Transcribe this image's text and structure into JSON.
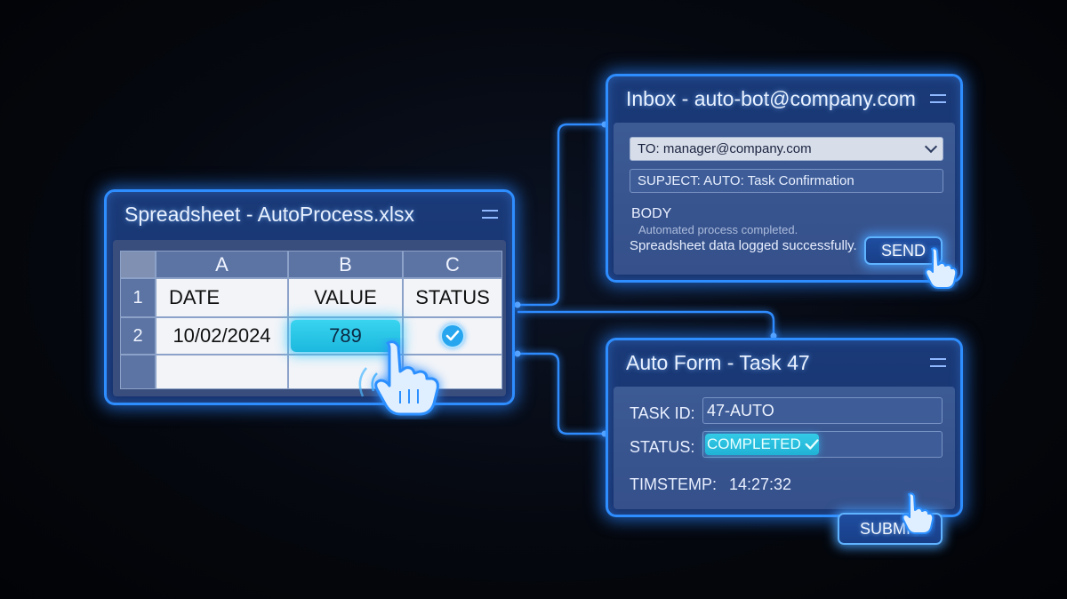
{
  "spreadsheet": {
    "title": "Spreadsheet - AutoProcess.xlsx",
    "columns": [
      "A",
      "B",
      "C"
    ],
    "rows": [
      "1",
      "2"
    ],
    "header_row": {
      "a": "DATE",
      "b": "VALUE",
      "c": "STATUS"
    },
    "data_row": {
      "a": "10/02/2024",
      "b": "789"
    }
  },
  "inbox": {
    "title": "Inbox - auto-bot@company.com",
    "to": "TO: manager@company.com",
    "subject": "SUPJECT: AUTO: Task Confirmation",
    "body_label": "BODY",
    "body_line1": "Automated process completed.",
    "body_line2": "Spreadsheet data logged successfully.",
    "send_label": "SEND"
  },
  "form": {
    "title": "Auto Form - Task 47",
    "task_id_label": "TASK ID:",
    "task_id_value": "47-AUTO",
    "status_label": "STATUS:",
    "status_value": "COMPLETED",
    "timestamp_label": "TIMSTEMP:",
    "timestamp_value": "14:27:32",
    "submit_label": "SUBMIT"
  },
  "colors": {
    "accent": "#2e8dff",
    "highlight": "#39d4ef",
    "background": "#05080f"
  },
  "icons": [
    "menu-icon",
    "chevron-down-icon",
    "check-circle-icon",
    "checkmark-icon",
    "pointer-hand-icon"
  ]
}
